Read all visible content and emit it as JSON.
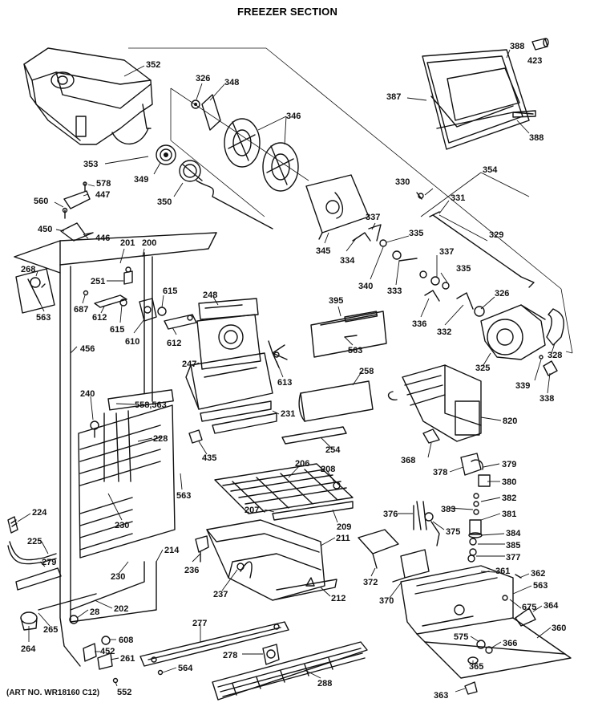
{
  "title": "FREEZER SECTION",
  "art_number": "(ART NO. WR18160 C12)",
  "callouts": [
    {
      "id": "352",
      "text": "352"
    },
    {
      "id": "326a",
      "text": "326"
    },
    {
      "id": "348",
      "text": "348"
    },
    {
      "id": "346",
      "text": "346"
    },
    {
      "id": "388a",
      "text": "388"
    },
    {
      "id": "423",
      "text": "423"
    },
    {
      "id": "387",
      "text": "387"
    },
    {
      "id": "388b",
      "text": "388"
    },
    {
      "id": "353",
      "text": "353"
    },
    {
      "id": "349",
      "text": "349"
    },
    {
      "id": "350",
      "text": "350"
    },
    {
      "id": "354",
      "text": "354"
    },
    {
      "id": "578",
      "text": "578"
    },
    {
      "id": "560",
      "text": "560"
    },
    {
      "id": "447",
      "text": "447"
    },
    {
      "id": "330",
      "text": "330"
    },
    {
      "id": "331",
      "text": "331"
    },
    {
      "id": "450",
      "text": "450"
    },
    {
      "id": "446",
      "text": "446"
    },
    {
      "id": "201",
      "text": "201"
    },
    {
      "id": "200",
      "text": "200"
    },
    {
      "id": "337a",
      "text": "337"
    },
    {
      "id": "335a",
      "text": "335"
    },
    {
      "id": "329",
      "text": "329"
    },
    {
      "id": "345",
      "text": "345"
    },
    {
      "id": "334",
      "text": "334"
    },
    {
      "id": "268",
      "text": "268"
    },
    {
      "id": "337b",
      "text": "337"
    },
    {
      "id": "335b",
      "text": "335"
    },
    {
      "id": "340",
      "text": "340"
    },
    {
      "id": "333",
      "text": "333"
    },
    {
      "id": "251",
      "text": "251"
    },
    {
      "id": "248",
      "text": "248"
    },
    {
      "id": "615a",
      "text": "615"
    },
    {
      "id": "326b",
      "text": "326"
    },
    {
      "id": "687",
      "text": "687"
    },
    {
      "id": "612a",
      "text": "612"
    },
    {
      "id": "563a",
      "text": "563"
    },
    {
      "id": "395",
      "text": "395"
    },
    {
      "id": "615b",
      "text": "615"
    },
    {
      "id": "336",
      "text": "336"
    },
    {
      "id": "332",
      "text": "332"
    },
    {
      "id": "610",
      "text": "610"
    },
    {
      "id": "612b",
      "text": "612"
    },
    {
      "id": "563b",
      "text": "563"
    },
    {
      "id": "328",
      "text": "328"
    },
    {
      "id": "456",
      "text": "456"
    },
    {
      "id": "247",
      "text": "247"
    },
    {
      "id": "325",
      "text": "325"
    },
    {
      "id": "258",
      "text": "258"
    },
    {
      "id": "613",
      "text": "613"
    },
    {
      "id": "339",
      "text": "339"
    },
    {
      "id": "338",
      "text": "338"
    },
    {
      "id": "240",
      "text": "240"
    },
    {
      "id": "558",
      "text": "558,563"
    },
    {
      "id": "231",
      "text": "231"
    },
    {
      "id": "820",
      "text": "820"
    },
    {
      "id": "228",
      "text": "228"
    },
    {
      "id": "254",
      "text": "254"
    },
    {
      "id": "435",
      "text": "435"
    },
    {
      "id": "368",
      "text": "368"
    },
    {
      "id": "206",
      "text": "206"
    },
    {
      "id": "208",
      "text": "208"
    },
    {
      "id": "378",
      "text": "378"
    },
    {
      "id": "379",
      "text": "379"
    },
    {
      "id": "563c",
      "text": "563"
    },
    {
      "id": "380",
      "text": "380"
    },
    {
      "id": "382",
      "text": "382"
    },
    {
      "id": "224",
      "text": "224"
    },
    {
      "id": "230a",
      "text": "230"
    },
    {
      "id": "207",
      "text": "207"
    },
    {
      "id": "209",
      "text": "209"
    },
    {
      "id": "376",
      "text": "376"
    },
    {
      "id": "383",
      "text": "383"
    },
    {
      "id": "381",
      "text": "381"
    },
    {
      "id": "375",
      "text": "375"
    },
    {
      "id": "225",
      "text": "225"
    },
    {
      "id": "211",
      "text": "211"
    },
    {
      "id": "384",
      "text": "384"
    },
    {
      "id": "385",
      "text": "385"
    },
    {
      "id": "214",
      "text": "214"
    },
    {
      "id": "279",
      "text": "279"
    },
    {
      "id": "377",
      "text": "377"
    },
    {
      "id": "230b",
      "text": "230"
    },
    {
      "id": "236",
      "text": "236"
    },
    {
      "id": "372",
      "text": "372"
    },
    {
      "id": "361",
      "text": "361"
    },
    {
      "id": "362",
      "text": "362"
    },
    {
      "id": "563d",
      "text": "563"
    },
    {
      "id": "237",
      "text": "237"
    },
    {
      "id": "212",
      "text": "212"
    },
    {
      "id": "370",
      "text": "370"
    },
    {
      "id": "202",
      "text": "202"
    },
    {
      "id": "675",
      "text": "675"
    },
    {
      "id": "364",
      "text": "364"
    },
    {
      "id": "265",
      "text": "265"
    },
    {
      "id": "28",
      "text": "28"
    },
    {
      "id": "277",
      "text": "277"
    },
    {
      "id": "264",
      "text": "264"
    },
    {
      "id": "360",
      "text": "360"
    },
    {
      "id": "608",
      "text": "608"
    },
    {
      "id": "575",
      "text": "575"
    },
    {
      "id": "366",
      "text": "366"
    },
    {
      "id": "452",
      "text": "452"
    },
    {
      "id": "261",
      "text": "261"
    },
    {
      "id": "564",
      "text": "564"
    },
    {
      "id": "278",
      "text": "278"
    },
    {
      "id": "365",
      "text": "365"
    },
    {
      "id": "552",
      "text": "552"
    },
    {
      "id": "288",
      "text": "288"
    },
    {
      "id": "363b",
      "text": "363"
    }
  ]
}
